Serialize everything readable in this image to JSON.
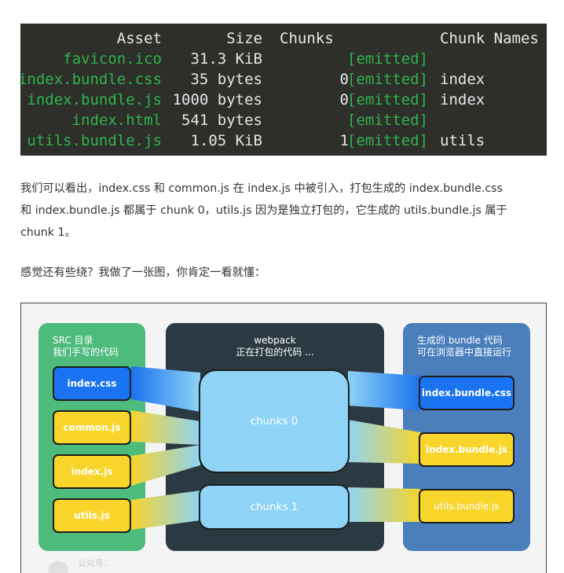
{
  "table": {
    "headers": [
      "Asset",
      "Size",
      "Chunks",
      "",
      "Chunk Names"
    ],
    "rows": [
      {
        "asset": "favicon.ico",
        "size": "31.3 KiB",
        "chunks": "",
        "emitted": "[emitted]",
        "name": ""
      },
      {
        "asset": "index.bundle.css",
        "size": "35 bytes",
        "chunks": "0",
        "emitted": "[emitted]",
        "name": "index"
      },
      {
        "asset": "index.bundle.js",
        "size": "1000 bytes",
        "chunks": "0",
        "emitted": "[emitted]",
        "name": "index"
      },
      {
        "asset": "index.html",
        "size": "541 bytes",
        "chunks": "",
        "emitted": "[emitted]",
        "name": ""
      },
      {
        "asset": "utils.bundle.js",
        "size": "1.05 KiB",
        "chunks": "1",
        "emitted": "[emitted]",
        "name": "utils"
      }
    ]
  },
  "paragraphs": {
    "p1": [
      "我们可以看出，index.css 和 common.js 在 index.js 中被引入，打包生成的 index.bundle.css",
      "和 index.bundle.js 都属于 chunk 0，utils.js 因为是独立打包的，它生成的 utils.bundle.js 属于",
      "chunk 1。"
    ],
    "p2": "感觉还有些绕？我做了一张图，你肯定一看就懂："
  },
  "figure": {
    "src": {
      "title1": "SRC 目录",
      "title2": "我们手写的代码",
      "items": [
        "index.css",
        "common.js",
        "index.js",
        "utils.js"
      ]
    },
    "webpack": {
      "title1": "webpack",
      "title2": "正在打包的代码 ...",
      "chunk0": "chunks 0",
      "chunk1": "chunks 1"
    },
    "out": {
      "title1": "生成的 bundle 代码",
      "title2": "可在浏览器中直接运行",
      "items": [
        "index.bundle.css",
        "index.bundle.js",
        "utils.bundle.js"
      ]
    },
    "watermark": "公众号：",
    "colors": {
      "src_panel": "#4dbb7c",
      "webpack_panel": "#2b3a42",
      "out_panel": "#4a7fbc",
      "yellow": "#f7d52b",
      "blue": "#1a73f0",
      "chunk": "#8fd3f6"
    }
  }
}
